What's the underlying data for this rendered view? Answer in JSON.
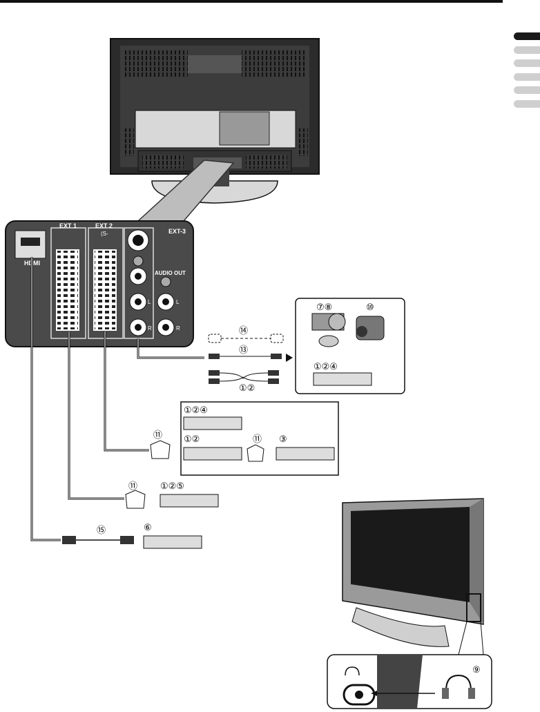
{
  "header": {
    "section_tabs": [
      "",
      "",
      "",
      "",
      "",
      "",
      ""
    ],
    "active_tab": 0
  },
  "panel": {
    "hdmi_label": "HDMI",
    "ext1_label": "EXT 1",
    "ext2_label": "EXT 2",
    "ext2_sub": "(S-",
    "ext3_label": "EXT-3",
    "audio_out_label": "AUDIO OUT",
    "l": "L",
    "r": "R"
  },
  "callouts": {
    "c14": "⑭",
    "c13": "⑬",
    "c12": "①②",
    "c78": "⑦⑧",
    "c10": "⑩",
    "c124_a": "①②④",
    "c124_b": "①②④",
    "c11_a": "⑪",
    "c11_b": "⑪",
    "c3": "③",
    "c125": "①②⑤",
    "c11_c": "⑪",
    "c15": "⑮",
    "c6": "⑥",
    "c9": "⑨"
  },
  "icons": [
    "headphone-jack-icon",
    "headphones-icon",
    "scart-adapter-icon",
    "camcorder-icon",
    "game-console-icon",
    "hdmi-cable-icon"
  ]
}
